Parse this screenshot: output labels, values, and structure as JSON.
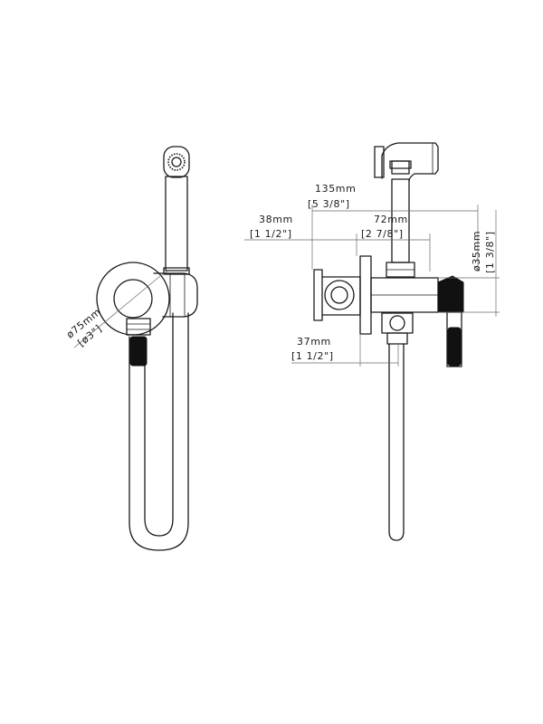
{
  "dimensions": {
    "overall_length": {
      "metric": "135mm",
      "imperial": "[5 3/8\"]"
    },
    "front_depth": {
      "metric": "38mm",
      "imperial": "[1 1/2\"]"
    },
    "body_length": {
      "metric": "72mm",
      "imperial": "[2 7/8\"]"
    },
    "outlet_offset": {
      "metric": "37mm",
      "imperial": "[1 1/2\"]"
    },
    "body_diameter": {
      "metric": "ø35mm",
      "imperial": "[1 3/8\"]"
    },
    "plate_diameter": {
      "metric": "ø75mm",
      "imperial": "[ø3\"]"
    }
  }
}
